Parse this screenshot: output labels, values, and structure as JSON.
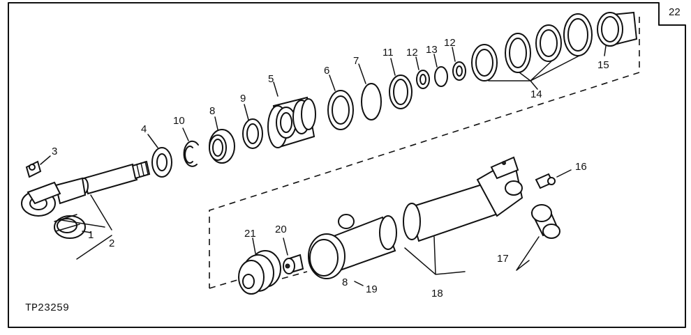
{
  "figure_code": "TP23259",
  "callouts": {
    "c1": "1",
    "c2": "2",
    "c3": "3",
    "c4": "4",
    "c5": "5",
    "c6": "6",
    "c7": "7",
    "c8a": "8",
    "c8b": "8",
    "c9": "9",
    "c10": "10",
    "c11": "11",
    "c12a": "12",
    "c12b": "12",
    "c13": "13",
    "c14": "14",
    "c15": "15",
    "c16": "16",
    "c17": "17",
    "c18": "18",
    "c19": "19",
    "c20": "20",
    "c21": "21",
    "c22": "22"
  }
}
